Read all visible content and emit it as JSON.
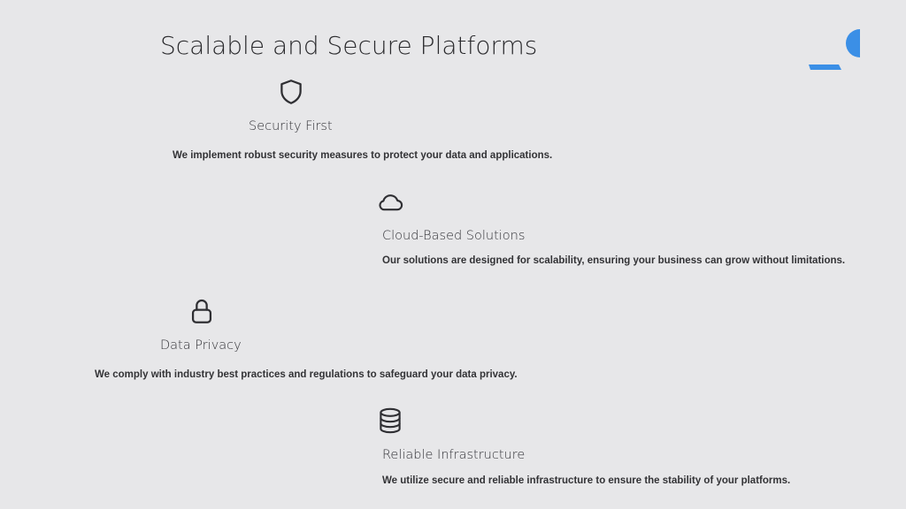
{
  "title": "Scalable and Secure Platforms",
  "colors": {
    "background": "#e7e7e9",
    "accent": "#3b8fe6"
  },
  "features": [
    {
      "icon": "shield-icon",
      "heading": "Security First",
      "description": "We implement robust security measures to protect your data and applications."
    },
    {
      "icon": "cloud-icon",
      "heading": "Cloud-Based Solutions",
      "description": "Our solutions are designed for scalability, ensuring your business can grow without limitations."
    },
    {
      "icon": "lock-icon",
      "heading": "Data Privacy",
      "description": "We comply with industry best practices and regulations to safeguard your data privacy."
    },
    {
      "icon": "database-icon",
      "heading": "Reliable Infrastructure",
      "description": "We utilize secure and reliable infrastructure to ensure the stability of your platforms."
    }
  ]
}
